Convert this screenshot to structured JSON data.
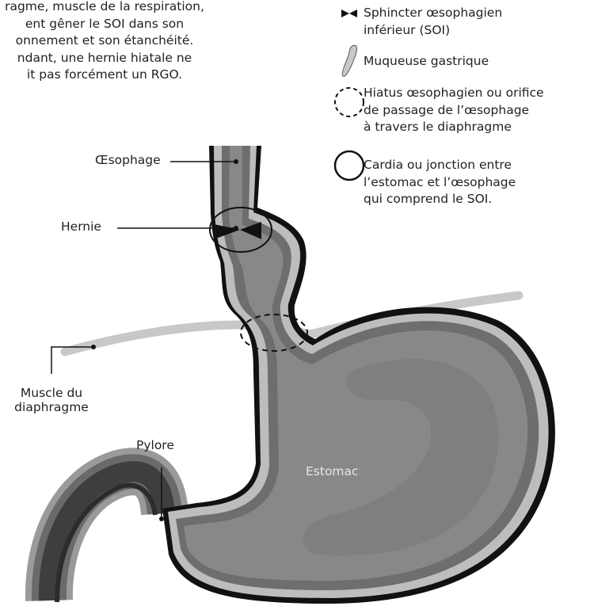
{
  "intro_lines": [
    "ragme, muscle de la respiration,",
    "ent gêner le SOI dans son",
    "onnement et son étanchéité.",
    "ndant, une hernie hiatale ne",
    "it pas forcément un RGO."
  ],
  "legend": [
    {
      "icon": "sphincter-icon",
      "lines": [
        "Sphincter œsophagien",
        "inférieur (SOI)"
      ]
    },
    {
      "icon": "mucosa-icon",
      "lines": [
        "Muqueuse gastrique"
      ]
    },
    {
      "icon": "dashed-circle-icon",
      "lines": [
        "Hiatus œsophagien ou orifice",
        "de passage de l’œsophage",
        "à travers le diaphragme"
      ]
    },
    {
      "icon": "solid-circle-icon",
      "lines": [
        "Cardia ou jonction entre",
        "l’estomac et l’œsophage",
        "qui comprend le SOI."
      ]
    }
  ],
  "labels": {
    "esophagus": "Œsophage",
    "hernia": "Hernie",
    "diaphragm_line1": "Muscle du",
    "diaphragm_line2": "diaphragme",
    "pylorus": "Pylore",
    "stomach": "Estomac"
  },
  "colors": {
    "outline": "#111111",
    "wall": "#bdbdbd",
    "muscle": "#6e6e6e",
    "lumen": "#888888",
    "deep": "#555555",
    "diaphragm": "#c8c8c8"
  }
}
